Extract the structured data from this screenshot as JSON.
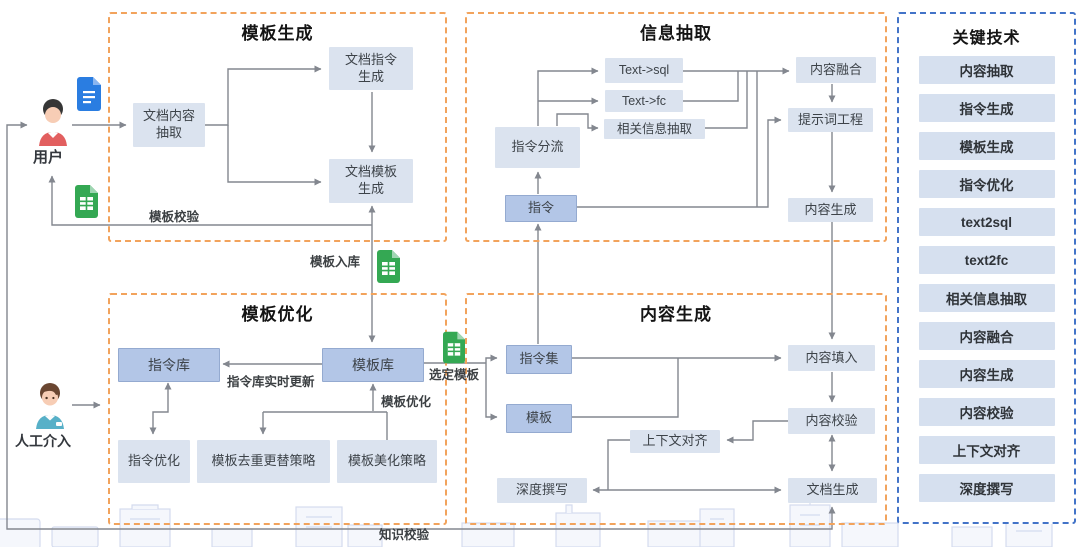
{
  "actors": {
    "user": "用户",
    "manual": "人工介入"
  },
  "sections": {
    "template_generation": {
      "title": "模板生成",
      "doc_content_extract": "文档内容\n抽取",
      "doc_instruction_gen": "文档指令\n生成",
      "doc_template_gen": "文档模板\n生成"
    },
    "info_extraction": {
      "title": "信息抽取",
      "instruction_split": "指令分流",
      "instruction": "指令",
      "text2sql": "Text->sql",
      "text2fc": "Text->fc",
      "related_info_extract": "相关信息抽取",
      "content_fusion": "内容融合",
      "prompt_engineering": "提示词工程",
      "content_gen": "内容生成"
    },
    "template_optimization": {
      "title": "模板优化",
      "instruction_lib": "指令库",
      "template_lib": "模板库",
      "instruction_opt": "指令优化",
      "dedup_strategy": "模板去重更替策略",
      "beautify_strategy": "模板美化策略"
    },
    "content_generation": {
      "title": "内容生成",
      "instruction_set": "指令集",
      "template": "模板",
      "content_fill": "内容填入",
      "content_check": "内容校验",
      "context_align": "上下文对齐",
      "deep_writing": "深度撰写",
      "doc_gen": "文档生成"
    },
    "key_technologies": {
      "title": "关键技术",
      "items": [
        "内容抽取",
        "指令生成",
        "模板生成",
        "指令优化",
        "text2sql",
        "text2fc",
        "相关信息抽取",
        "内容融合",
        "内容生成",
        "内容校验",
        "上下文对齐",
        "深度撰写"
      ]
    }
  },
  "edge_labels": {
    "template_check": "模板校验",
    "template_store": "模板入库",
    "instruction_lib_update": "指令库实时更新",
    "template_opt": "模板优化",
    "select_template": "选定模板",
    "knowledge_check": "知识校验"
  },
  "icons": {
    "user_avatar": "person-icon",
    "manual_avatar": "person-icon",
    "doc_file": "doc-file-icon",
    "sheet_file": "spreadsheet-file-icon"
  },
  "colors": {
    "frame_orange": "#f2a35c",
    "frame_blue": "#4273c8",
    "node_light": "#dbe3ef",
    "node_dark": "#b3c6e7",
    "line_gray": "#83878f",
    "doc_blue": "#2a7de1",
    "sheet_green": "#34a853"
  }
}
